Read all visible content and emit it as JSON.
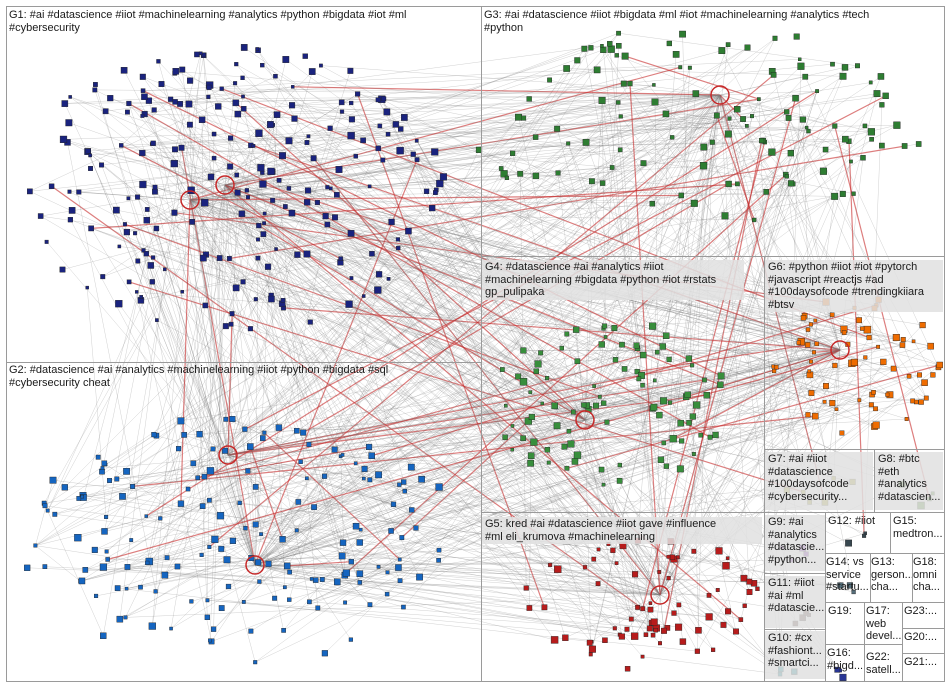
{
  "groups": [
    {
      "id": "G1",
      "label": "G1: #ai #datascience #iiot #machinelearning #analytics #python #bigdata #iot #ml\n#cybersecurity",
      "color": "#1a237e"
    },
    {
      "id": "G2",
      "label": "G2: #datascience #ai #analytics #machinelearning #iiot #python #bigdata #sql\n#cybersecurity cheat",
      "color": "#1565c0"
    },
    {
      "id": "G3",
      "label": "G3: #ai #datascience #iiot #bigdata #ml #iot #machinelearning #analytics #tech\n#python",
      "color": "#2e7d32"
    },
    {
      "id": "G4",
      "label": "G4: #datascience #ai #analytics #iiot\n#machinelearning #bigdata #python #iot #rstats\ngp_pulipaka",
      "color": "#388e3c"
    },
    {
      "id": "G5",
      "label": "G5: kred #ai #datascience #iiot gave #influence\n#ml eli_krumova #machinelearning",
      "color": "#b71c1c"
    },
    {
      "id": "G6",
      "label": "G6: #python #iiot #iot #pytorch\n#javascript #reactjs #ad\n#100daysofcode #trendingkiiara\n#btsv",
      "color": "#ef6c00"
    },
    {
      "id": "G7",
      "label": "G7: #ai #iiot\n#datascience\n#100daysofcode\n#cybersecurity...",
      "color": "#9e9d24"
    },
    {
      "id": "G8",
      "label": "G8: #btc\n#eth\n#analytics\n#datascien...",
      "color": "#558b2f"
    },
    {
      "id": "G9",
      "label": "G9: #ai\n#analytics\n#datascie...\n#python...",
      "color": "#6a1b9a"
    },
    {
      "id": "G10",
      "label": "G10: #cx\n#fashiont...\n#smartci...",
      "color": "#00838f"
    },
    {
      "id": "G11",
      "label": "G11: #iiot\n#ai #ml\n#datascie...",
      "color": "#5d4037"
    },
    {
      "id": "G12",
      "label": "G12: #iiot",
      "color": "#37474f"
    },
    {
      "id": "G13",
      "label": "G13:\ngerson...\ncha...",
      "color": "#455a64"
    },
    {
      "id": "G14",
      "label": "G14: vs\nservice\n#startu...",
      "color": "#546e7a"
    },
    {
      "id": "G15",
      "label": "G15:\nmedtron...",
      "color": "#00695c"
    },
    {
      "id": "G16",
      "label": "G16:\n#bigd...",
      "color": "#283593"
    },
    {
      "id": "G17",
      "label": "G17:\nweb\ndevel...",
      "color": "#4e342e"
    },
    {
      "id": "G18",
      "label": "G18:\nomni\ncha...",
      "color": "#424242"
    },
    {
      "id": "G19",
      "label": "G19:",
      "color": "#616161"
    },
    {
      "id": "G20",
      "label": "G20:...",
      "color": "#757575"
    },
    {
      "id": "G21",
      "label": "G21:...",
      "color": "#757575"
    },
    {
      "id": "G22",
      "label": "G22:\nsatell...",
      "color": "#616161"
    },
    {
      "id": "G23",
      "label": "G23:...",
      "color": "#757575"
    }
  ],
  "palette": {
    "edge": "#7a7a7a",
    "edge_strong": "#c62828",
    "node_border": "#222222",
    "background": "#ffffff",
    "pane_border": "#9a9a9a"
  }
}
